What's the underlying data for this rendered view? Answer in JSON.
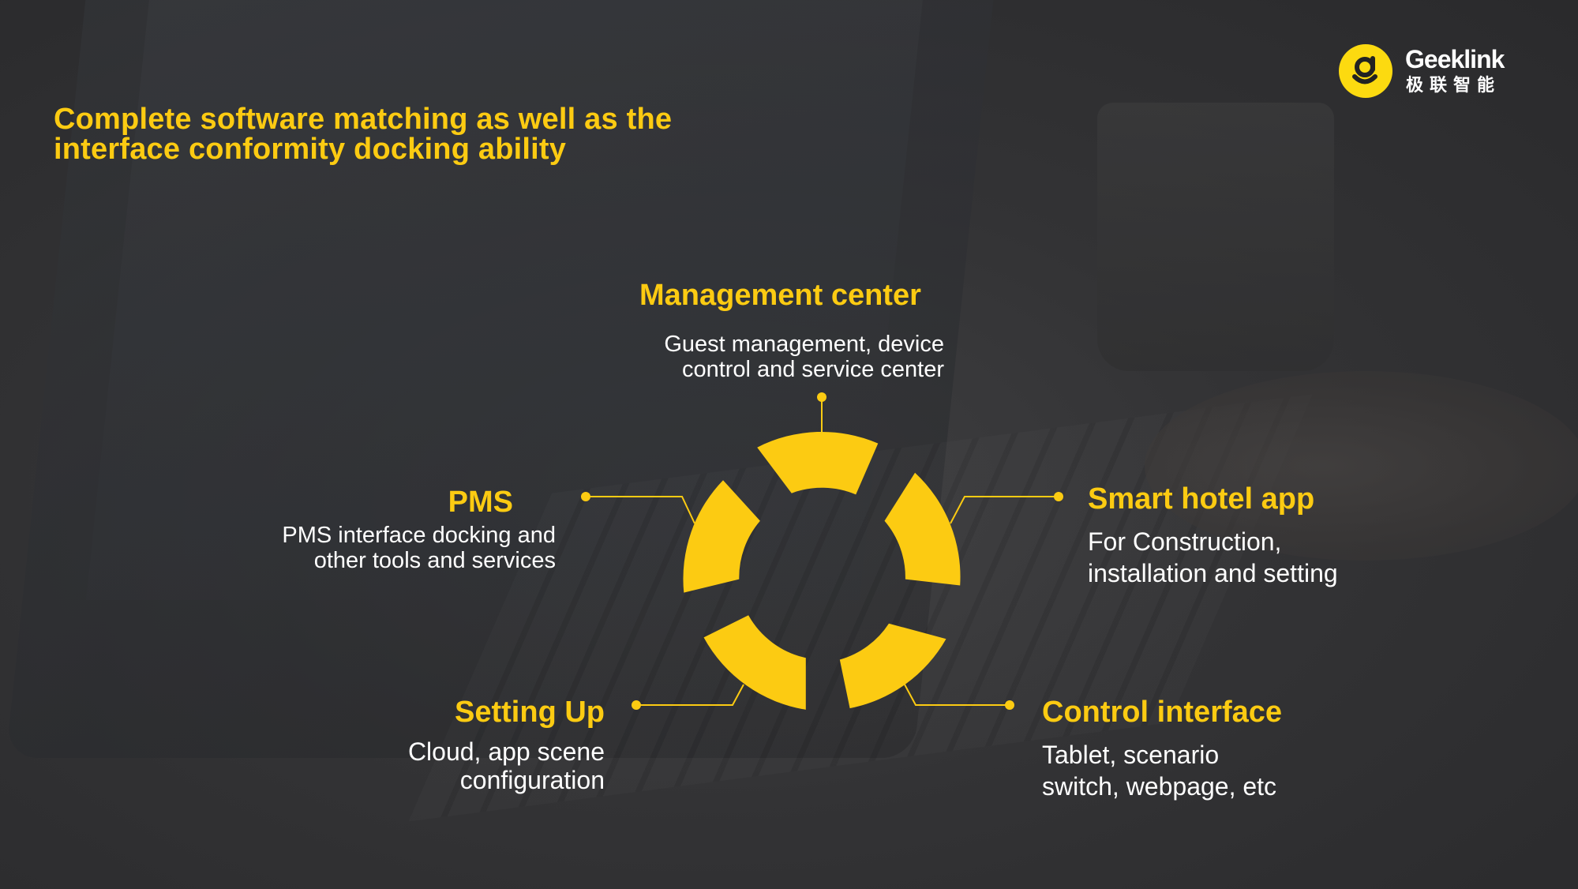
{
  "slide": {
    "title_lines": [
      "Complete software matching as well as the",
      "interface conformity docking ability"
    ]
  },
  "logo": {
    "brand": "Geeklink",
    "chinese": "极联智能",
    "accent": "#FCDA10"
  },
  "colors": {
    "accent": "#FCCB12",
    "text": "#FFFFFF",
    "background": "#333335"
  },
  "nodes": {
    "management": {
      "title": "Management center",
      "desc_lines": [
        "Guest management, device",
        "control and service center"
      ]
    },
    "pms": {
      "title": "PMS",
      "desc_lines": [
        "PMS interface docking and",
        "other tools and services"
      ]
    },
    "smart_app": {
      "title": "Smart hotel app",
      "desc_lines": [
        "For Construction,",
        "installation and setting"
      ]
    },
    "setting_up": {
      "title": "Setting Up",
      "desc_lines": [
        "Cloud, app scene",
        "configuration"
      ]
    },
    "control": {
      "title": "Control interface",
      "desc_lines": [
        "Tablet, scenario",
        "switch, webpage, etc"
      ]
    }
  }
}
